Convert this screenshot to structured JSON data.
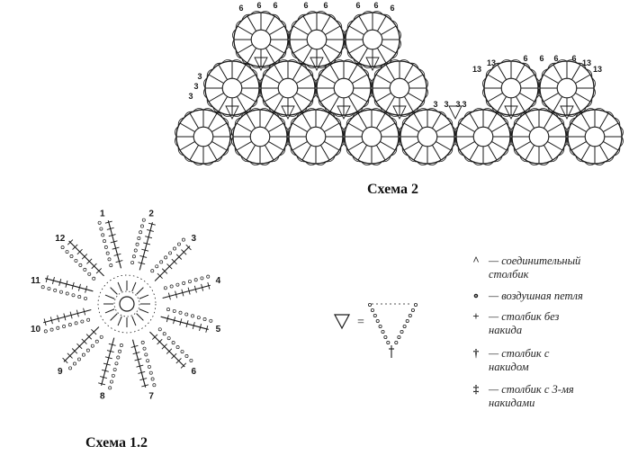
{
  "scheme2": {
    "title": "Схема 2",
    "labels": [
      "6",
      "6",
      "6",
      "6",
      "6",
      "6",
      "6",
      "6",
      "13",
      "13",
      "13",
      "13",
      "3",
      "3",
      "3",
      "3",
      "3",
      "3",
      "3",
      "6",
      "6",
      "6",
      "6"
    ]
  },
  "scheme12": {
    "title": "Схема 1.2",
    "numbers": [
      "1",
      "2",
      "3",
      "4",
      "5",
      "6",
      "7",
      "8",
      "9",
      "10",
      "11",
      "12"
    ]
  },
  "symbol_eq": "=",
  "legend": [
    {
      "symbol": "^",
      "line1": "— соединительный",
      "line2": "столбик"
    },
    {
      "symbol": "∘",
      "line1": "— воздушная петля",
      "line2": ""
    },
    {
      "symbol": "+",
      "line1": "— столбик без",
      "line2": "накида"
    },
    {
      "symbol": "†",
      "line1": "— столбик с",
      "line2": "накидом"
    },
    {
      "symbol": "‡",
      "line1": "— столбик с 3-мя",
      "line2": "накидами"
    }
  ]
}
